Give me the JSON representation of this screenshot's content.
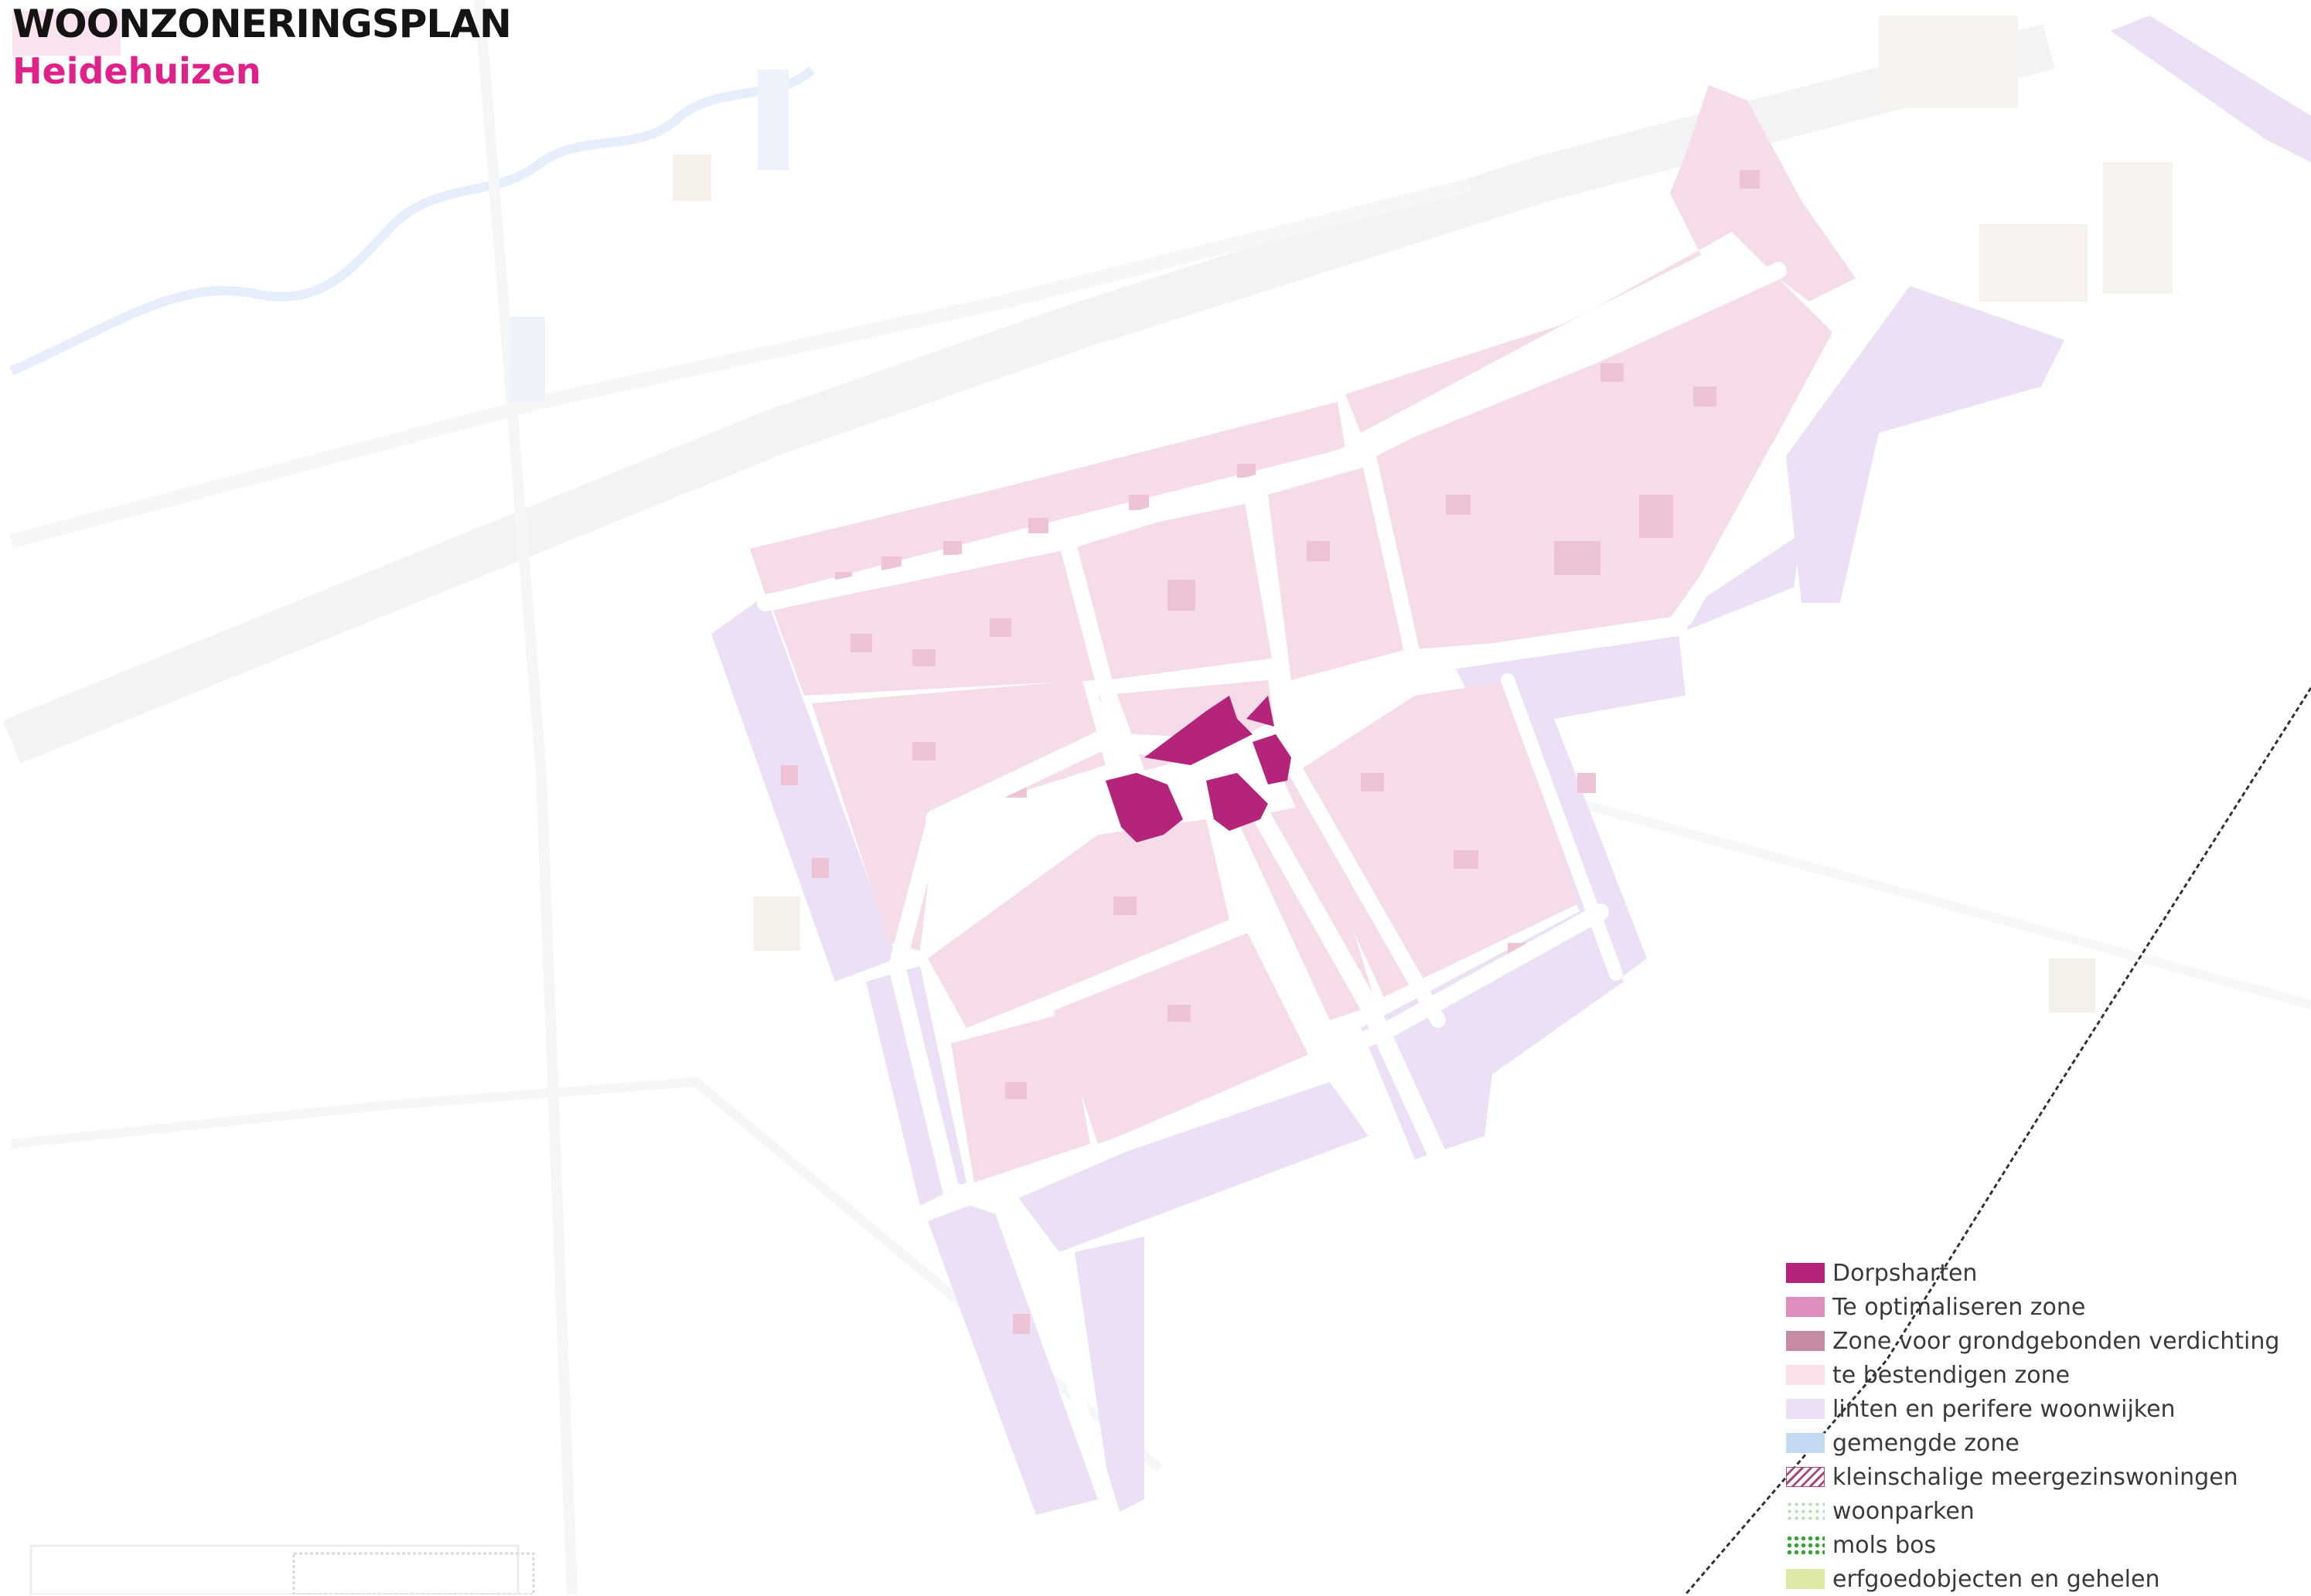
{
  "header": {
    "title": "WOONZONERINGSPLAN",
    "subtitle": "Heidehuizen"
  },
  "colors": {
    "title": "#141414",
    "subtitle": "#e0218a",
    "title_highlight": "#fbe4ef",
    "residential_zone": "#f6dbe8",
    "perimeter_zone": "#ebe0f5",
    "village_core": "#b3247a",
    "building_footprint": "#e7b4cb",
    "road": "#ffffff",
    "background_structures": "#f4f6f9",
    "boundary_line": "#333333"
  },
  "legend": {
    "items": [
      {
        "label": "Dorpsharten",
        "swatch": "#b3247a",
        "pattern": "solid"
      },
      {
        "label": "Te optimaliseren zone",
        "swatch": "#df8fbf",
        "pattern": "solid"
      },
      {
        "label": "Zone voor grondgebonden verdichting",
        "swatch": "#c58ba4",
        "pattern": "solid"
      },
      {
        "label": "te bestendigen zone",
        "swatch": "#fbe0ec",
        "pattern": "solid"
      },
      {
        "label": "linten en perifere woonwijken",
        "swatch": "#ebe0f5",
        "pattern": "solid"
      },
      {
        "label": "gemengde zone",
        "swatch": "#c4daf3",
        "pattern": "solid"
      },
      {
        "label": "kleinschalige meergezinswoningen",
        "swatch": "#a84a7c",
        "pattern": "hatch"
      },
      {
        "label": "woonparken",
        "swatch": "#b8e0b8",
        "pattern": "dots-light"
      },
      {
        "label": "mols bos",
        "swatch": "#3aa43a",
        "pattern": "dots-green"
      },
      {
        "label": "erfgoedobjecten en gehelen",
        "swatch": "#dde8a6",
        "pattern": "solid"
      }
    ]
  }
}
